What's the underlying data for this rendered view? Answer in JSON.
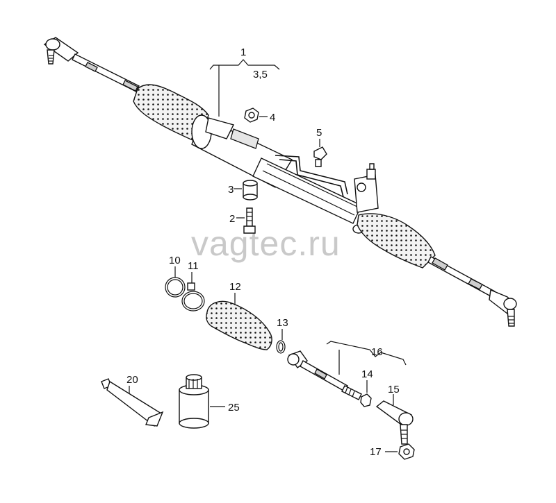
{
  "watermark": "vagtec.ru",
  "callouts": {
    "c1": "1",
    "c1_qty": "3,5",
    "c2": "2",
    "c3": "3",
    "c4": "4",
    "c5": "5",
    "c10": "10",
    "c11": "11",
    "c12": "12",
    "c13": "13",
    "c14": "14",
    "c15": "15",
    "c16": "16",
    "c17": "17",
    "c20": "20",
    "c25": "25"
  }
}
